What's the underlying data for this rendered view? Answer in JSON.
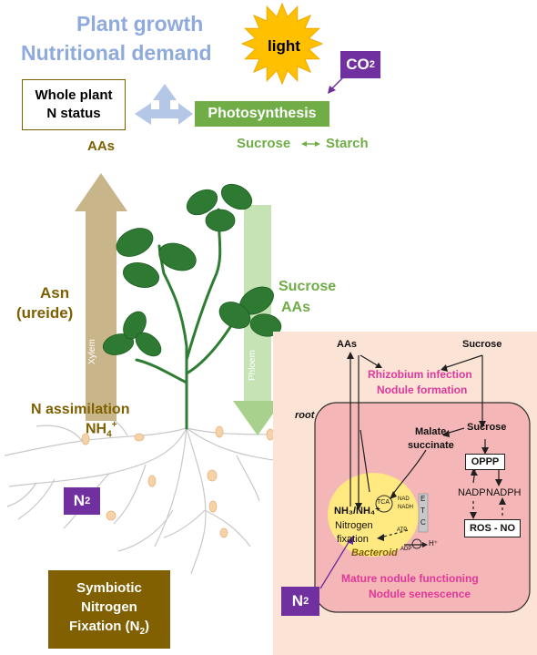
{
  "header": {
    "line1": "Plant  growth",
    "line2": "Nutritional demand",
    "color": "#8FAADC"
  },
  "sun_label": "light",
  "co2": {
    "text": "CO",
    "sub": "2"
  },
  "whole_plant": {
    "line1": "Whole plant",
    "line2": "N status"
  },
  "photosynthesis": "Photosynthesis",
  "sucrose_starch": {
    "left": "Sucrose",
    "right": "Starch"
  },
  "aas_top": "AAs",
  "xylem": {
    "label": "Xylem",
    "cargo_line1": "Asn",
    "cargo_line2": "(ureide)"
  },
  "phloem": {
    "label": "Phloem",
    "cargo_line1": "Sucrose",
    "cargo_line2": "AAs"
  },
  "n_assimilation": {
    "line1": "N assimilation",
    "nh4": "NH",
    "sub": "4",
    "sup": "+"
  },
  "n2_left": {
    "text": "N",
    "sub": "2"
  },
  "n2_bottom": {
    "text": "N",
    "sub": "2"
  },
  "snf": {
    "line1": "Symbiotic",
    "line2": "Nitrogen",
    "line3": "Fixation (N",
    "sub": "2",
    "close": ")"
  },
  "nodule": {
    "aas": "AAs",
    "sucrose_top": "Sucrose",
    "rhizobium": {
      "line1": "Rhizobium infection",
      "line2": "Nodule formation"
    },
    "root": "root",
    "sucrose_inner": "Sucrose",
    "malate": "Malate",
    "succinate": "succinate",
    "oppp": "OPPP",
    "nadp": "NADP",
    "nadph": "NADPH",
    "ros_no": "ROS - NO",
    "nh3": "NH₃/NH₄⁺",
    "nitrogen": "Nitrogen",
    "fixation": "fixation",
    "tca": "TCA",
    "nad": "NAD",
    "nadh": "NADH",
    "etc": [
      "E",
      "T",
      "C"
    ],
    "atp": "ATP",
    "adp": "ADP",
    "hplus": "H⁺",
    "bacteroid": "Bacteroid",
    "mature": {
      "line1": "Mature nodule functioning",
      "line2": "Nodule senescence"
    }
  },
  "colors": {
    "green": "#70AD47",
    "purple": "#7030A0",
    "brown": "#806000",
    "olive_text": "#7F6000",
    "tan_arrow": "#C9B58A",
    "phloem_arrow": "#B6DCA0",
    "pink_panel": "#FBE3D6",
    "nodule_fill": "#F4B6B6",
    "bacteroid_fill": "#FFE980",
    "magenta": "#E0389A",
    "sun": "#FFC000",
    "leaf": "#2F7A33",
    "root": "#BFBFBF"
  }
}
